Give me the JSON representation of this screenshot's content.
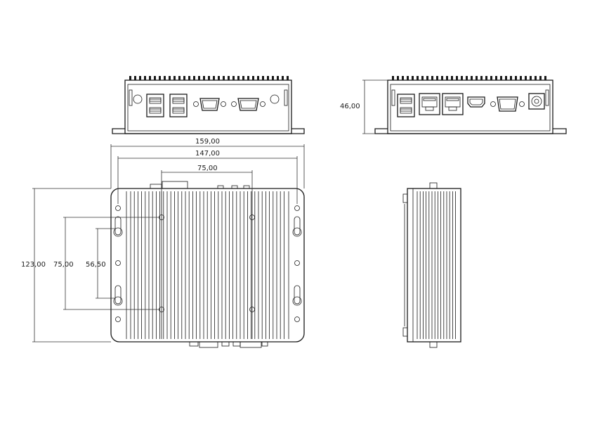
{
  "dimensions": {
    "overall_width": "159,00",
    "inner_width": "147,00",
    "mount_width": "75,00",
    "overall_height": "123,00",
    "mount_height": "75,00",
    "slot_height": "56,50",
    "overall_depth": "46,00"
  }
}
